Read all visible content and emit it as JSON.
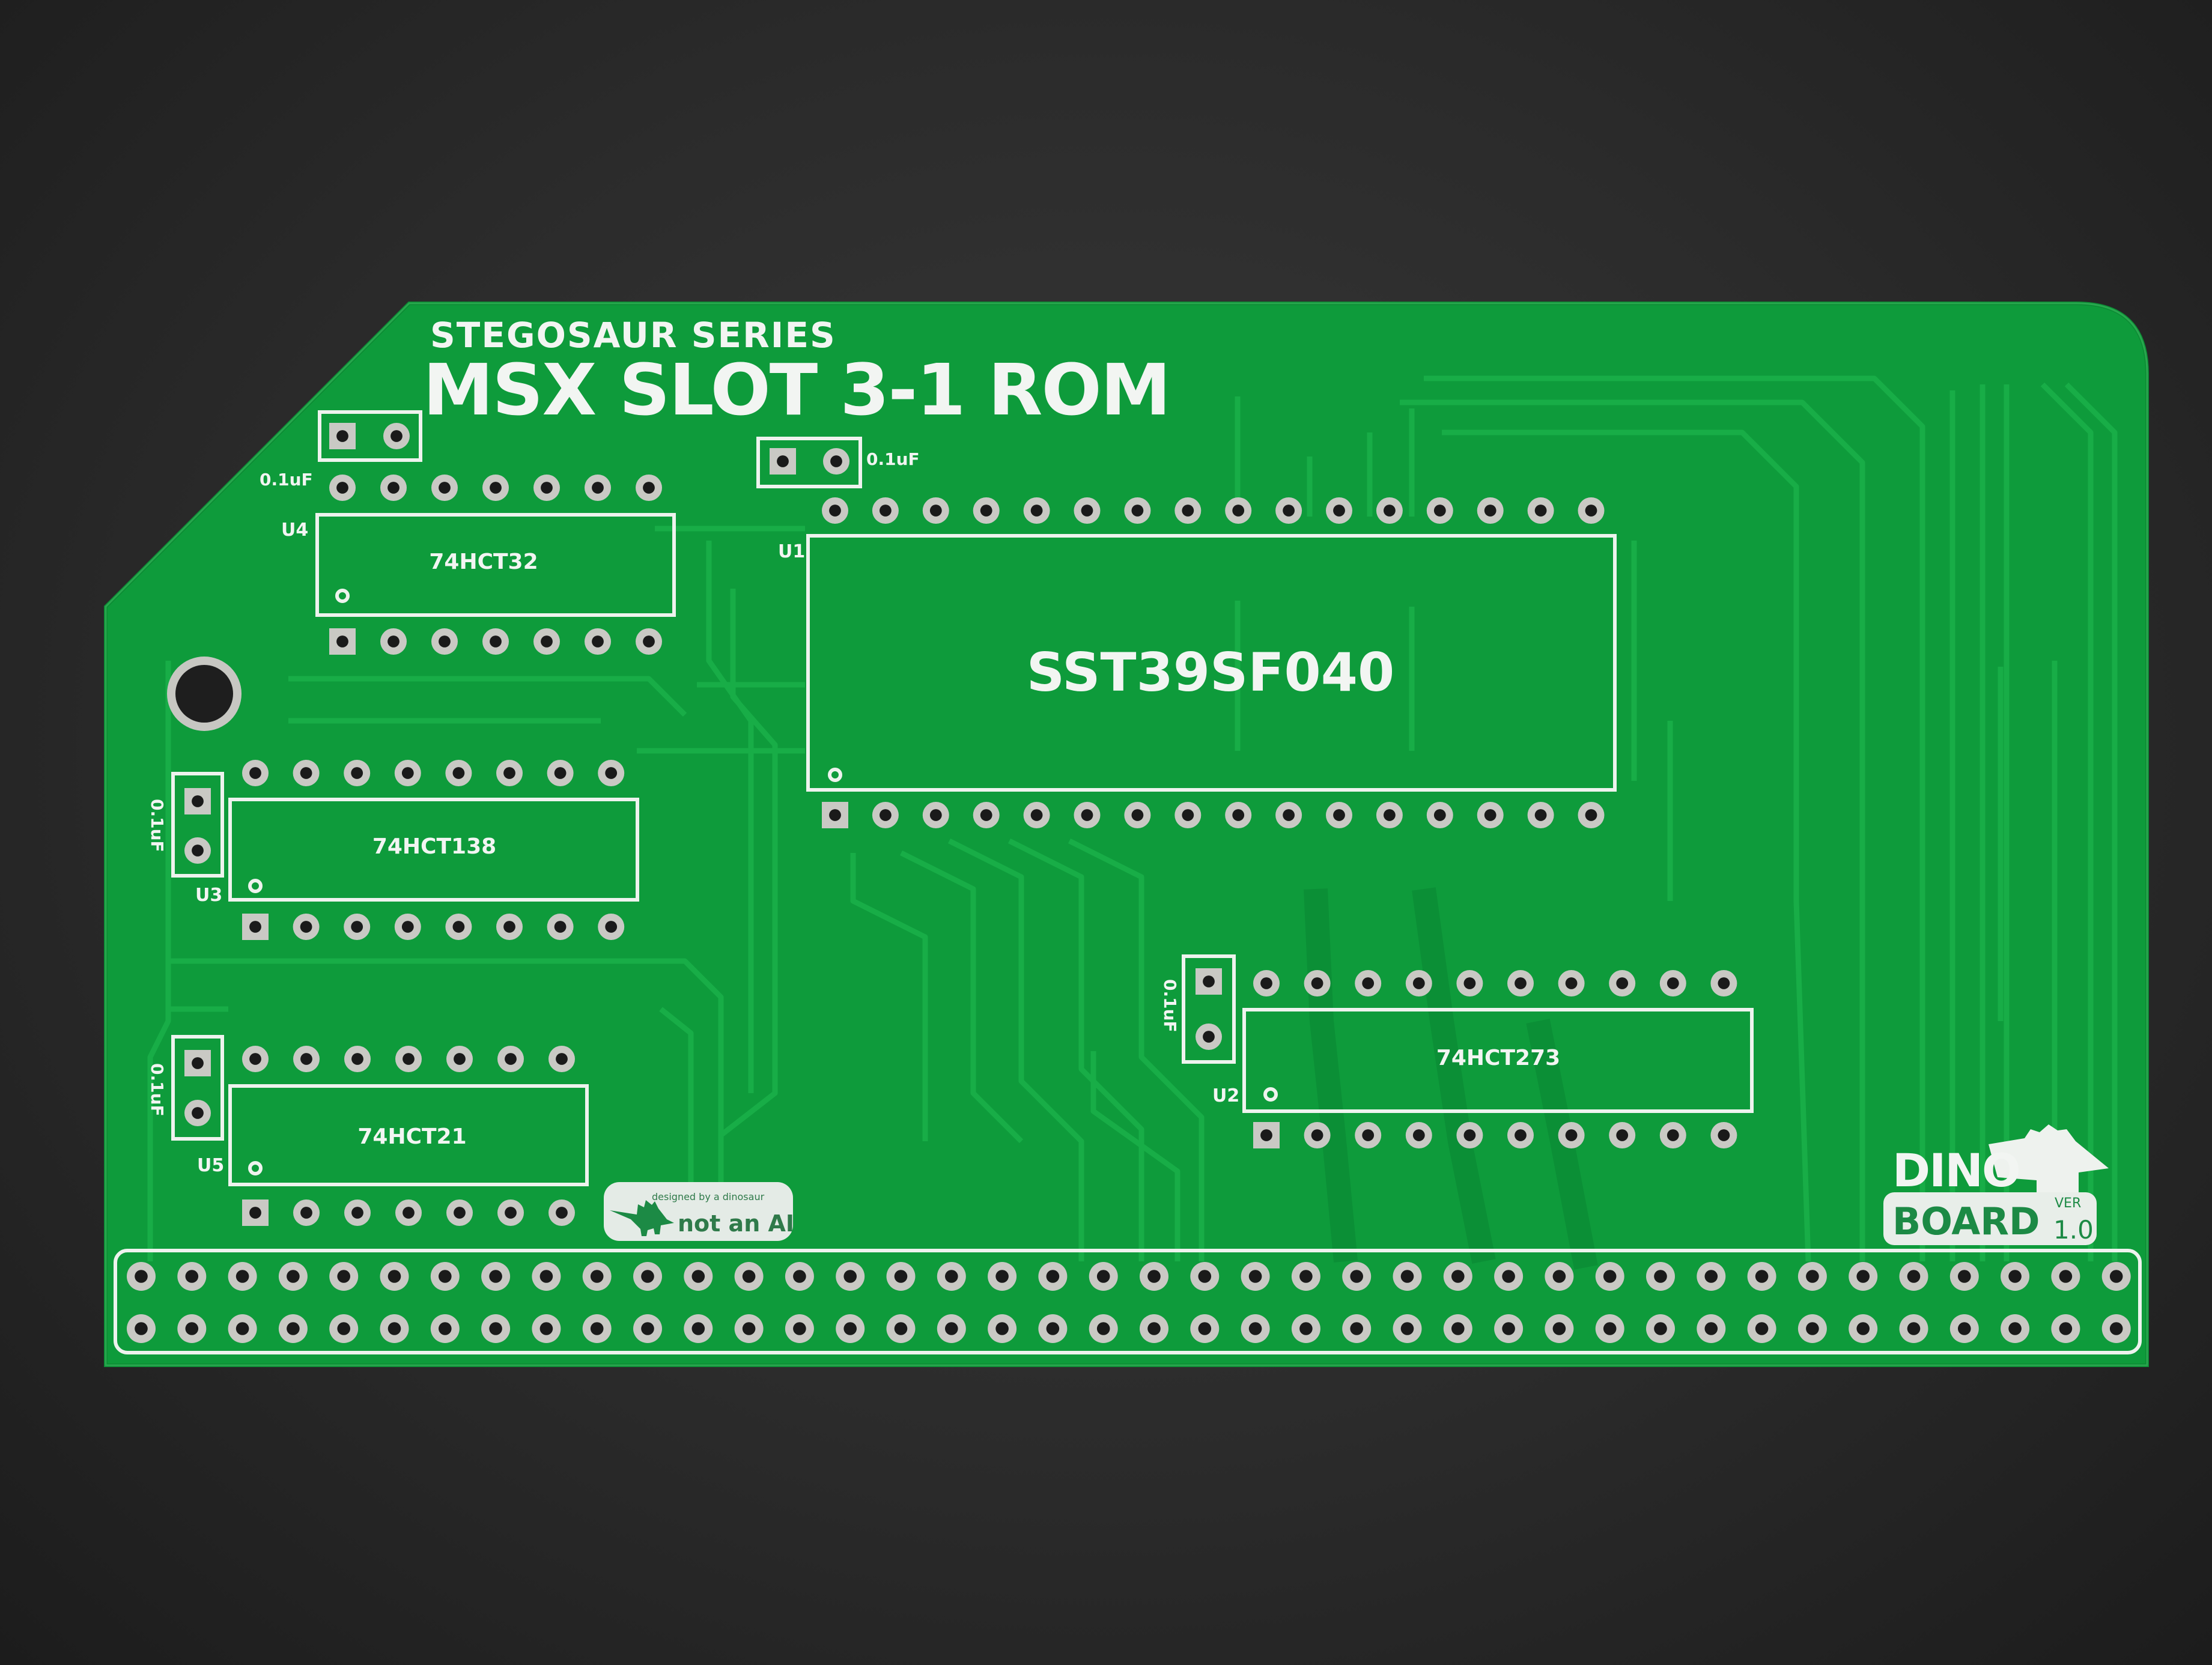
{
  "board": {
    "series": "STEGOSAUR SERIES",
    "title": "MSX SLOT 3-1 ROM",
    "colors": {
      "background": "#2b2b2b",
      "board": "#0e9b3b",
      "trace": "#18ad47",
      "silk": "#f2f5f2",
      "pad": "#c9c9c4"
    }
  },
  "chips": [
    {
      "ref": "U1",
      "part": "SST39SF040",
      "pins_per_row": 16
    },
    {
      "ref": "U2",
      "part": "74HCT273",
      "pins_per_row": 10
    },
    {
      "ref": "U3",
      "part": "74HCT138",
      "pins_per_row": 8
    },
    {
      "ref": "U4",
      "part": "74HCT32",
      "pins_per_row": 7
    },
    {
      "ref": "U5",
      "part": "74HCT21",
      "pins_per_row": 7
    }
  ],
  "capacitors": {
    "value": "0.1uF"
  },
  "badge": {
    "line1": "designed by a dinosaur",
    "line2": "not an AI"
  },
  "logo": {
    "line1": "DINO",
    "line2": "BOARD",
    "ver_label": "VER",
    "version": "1.0"
  },
  "edge_connector": {
    "pins_per_row": 40,
    "rows": 2
  }
}
